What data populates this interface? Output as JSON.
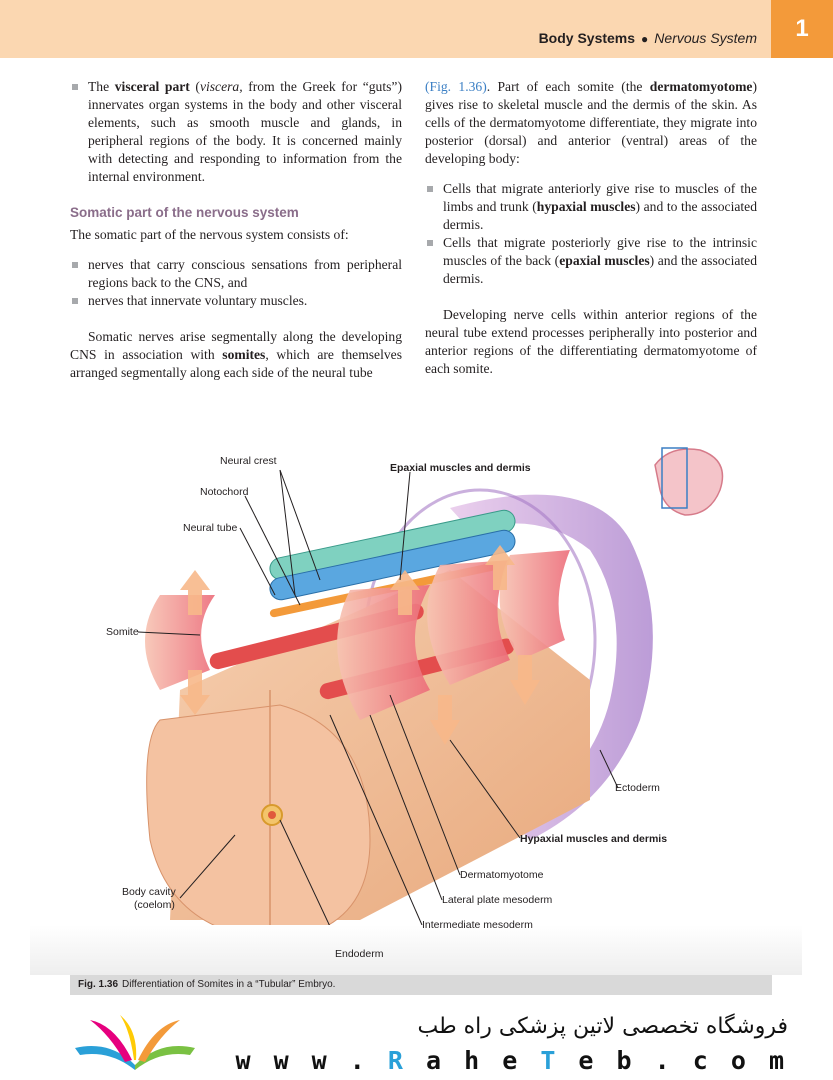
{
  "header": {
    "section": "Body Systems",
    "subsection": "Nervous System",
    "chapter_number": "1"
  },
  "left_column": {
    "visceral_bullet": {
      "pre": "The ",
      "bold": "visceral part",
      "mid1": " (",
      "italic": "viscera,",
      "rest": " from the Greek for “guts”) innervates organ systems in the body and other visceral elements, such as smooth muscle and glands, in peripheral regions of the body. It is concerned mainly with detecting and responding to information from the internal environment."
    },
    "subheading": "Somatic part of the nervous system",
    "intro": "The somatic part of the nervous system consists of:",
    "bullets": [
      "nerves that carry conscious sensations from peripheral regions back to the CNS, and",
      "nerves that innervate voluntary muscles."
    ],
    "para": {
      "pre": "Somatic nerves arise segmentally along the developing CNS in association with ",
      "bold": "somites",
      "post": ", which are themselves arranged segmentally along each side of the neural tube"
    }
  },
  "right_column": {
    "para1": {
      "ref": "(Fig. 1.36)",
      "pre": ". Part of each somite (the ",
      "bold": "dermatomyotome",
      "post": ") gives rise to skeletal muscle and the dermis of the skin. As cells of the dermatomyotome differentiate, they migrate into posterior (dorsal) and anterior (ventral) areas of the developing body:"
    },
    "bullet1": {
      "pre": "Cells that migrate anteriorly give rise to muscles of the limbs and trunk (",
      "bold": "hypaxial muscles",
      "post": ") and to the associated dermis."
    },
    "bullet2": {
      "pre": "Cells that migrate posteriorly give rise to the intrinsic muscles of the back (",
      "bold": "epaxial muscles",
      "post": ") and the associated dermis."
    },
    "para2": "Developing nerve cells within anterior regions of the neural tube extend processes peripherally into posterior and anterior regions of the differentiating dermatomyotome of each somite."
  },
  "figure": {
    "labels": {
      "neural_crest": "Neural crest",
      "notochord": "Notochord",
      "neural_tube": "Neural tube",
      "somite": "Somite",
      "epaxial": "Epaxial muscles and dermis",
      "ectoderm": "Ectoderm",
      "hypaxial": "Hypaxial muscles and dermis",
      "dermatomyotome": "Dermatomyotome",
      "lateral_plate": "Lateral plate mesoderm",
      "intermediate": "Intermediate mesoderm",
      "endoderm": "Endoderm",
      "body_cavity": "Body cavity",
      "coelom": "(coelom)"
    },
    "caption_label": "Fig. 1.36",
    "caption_text": "Differentiation of Somites in a “Tubular” Embryo."
  },
  "footer": {
    "persian": "فروشگاه تخصصی لاتین پزشکی  راه طب",
    "url_pre": "w w w . ",
    "url_r": "R",
    "url_mid": " a h e ",
    "url_t": "T",
    "url_post": " e b . c o m"
  },
  "colors": {
    "header_band": "#fbd7b1",
    "chapter_tab": "#f39a3a",
    "subheading": "#8a6d8a",
    "link": "#3b7fc4"
  }
}
